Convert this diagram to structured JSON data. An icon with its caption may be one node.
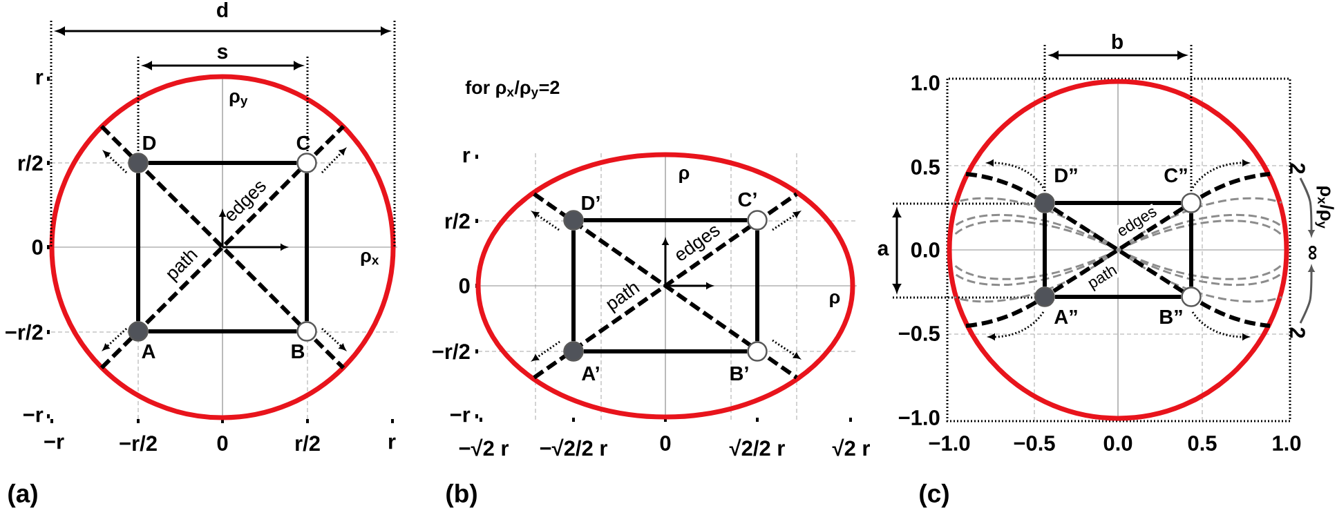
{
  "diagram": {
    "nodes": [
      {
        "text": [],
        "shape": "circle",
        "beside": [
          "D"
        ]
      },
      {
        "text": [],
        "shape": "circle",
        "beside": [
          "C"
        ]
      },
      {
        "text": [],
        "shape": "circle",
        "beside": [
          "A"
        ]
      },
      {
        "text": [],
        "shape": "circle",
        "beside": [
          "B"
        ]
      },
      {
        "text": [],
        "shape": "circle",
        "beside": [
          "D’"
        ]
      },
      {
        "text": [],
        "shape": "circle",
        "beside": [
          "C’"
        ]
      },
      {
        "text": [],
        "shape": "circle",
        "beside": [
          "A’"
        ]
      },
      {
        "text": [],
        "shape": "circle",
        "beside": [
          "B’"
        ]
      },
      {
        "text": [],
        "shape": "circle",
        "beside": [
          "D”"
        ]
      },
      {
        "text": [],
        "shape": "circle",
        "beside": [
          "C”"
        ]
      },
      {
        "text": [],
        "shape": "circle",
        "beside": [
          "A”"
        ]
      },
      {
        "text": [],
        "shape": "circle",
        "beside": [
          "B”"
        ]
      }
    ],
    "edges": [
      {
        "from": 0,
        "to": 1,
        "arrow": "none"
      },
      {
        "from": 1,
        "to": 3,
        "arrow": "none"
      },
      {
        "from": 2,
        "to": 3,
        "arrow": "none"
      },
      {
        "from": 0,
        "to": 2,
        "arrow": "none"
      },
      {
        "from": 4,
        "to": 5,
        "arrow": "none"
      },
      {
        "from": 5,
        "to": 7,
        "arrow": "none"
      },
      {
        "from": 6,
        "to": 7,
        "arrow": "none"
      },
      {
        "from": 4,
        "to": 6,
        "arrow": "none"
      },
      {
        "from": 8,
        "to": 9,
        "arrow": "none"
      },
      {
        "from": 9,
        "to": 11,
        "arrow": "none"
      },
      {
        "from": 10,
        "to": 11,
        "arrow": "none"
      },
      {
        "from": 8,
        "to": 10,
        "arrow": "none"
      }
    ],
    "labels": [
      "d",
      "s",
      "r",
      "ρ$_{y}$",
      "r/2",
      "edges",
      "0",
      "path",
      "ρ$_{x}$",
      "−r/2",
      "−r",
      "−r",
      "−r/2",
      "0",
      "r/2",
      "r",
      "(a)",
      "for ρ$_{x}$/ρ$_{y}$=2",
      "r",
      "ρ",
      "r/2",
      "edges",
      "0",
      "path",
      "ρ",
      "−r/2",
      "−r",
      "−√2 r",
      "−√2/2 r",
      "0",
      "√2/2 r",
      "√2 r",
      "(b)",
      "b",
      "1.0",
      "0.5",
      "2",
      "ρ$_{x}$/ρ$_{y}$",
      "a",
      "edges",
      "0.0",
      "∞",
      "path",
      "−0.5",
      "2",
      "−1.0",
      "−1.0",
      "−0.5",
      "0.0",
      "0.5",
      "1.0",
      "(c)"
    ]
  }
}
